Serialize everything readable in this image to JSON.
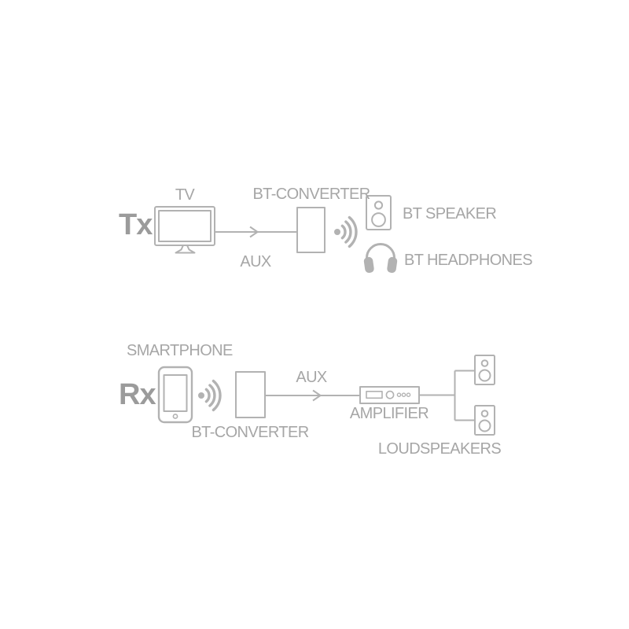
{
  "colors": {
    "line": "#b2b2b2",
    "text": "#a6a6a6",
    "mode": "#9b9b9b"
  },
  "tx": {
    "mode": "Tx",
    "device": "TV",
    "cable": "AUX",
    "converter": "BT-CONVERTER",
    "output_speaker": "BT SPEAKER",
    "output_headphones": "BT HEADPHONES"
  },
  "rx": {
    "mode": "Rx",
    "device": "SMARTPHONE",
    "cable": "AUX",
    "converter": "BT-CONVERTER",
    "amplifier": "AMPLIFIER",
    "output": "LOUDSPEAKERS"
  }
}
